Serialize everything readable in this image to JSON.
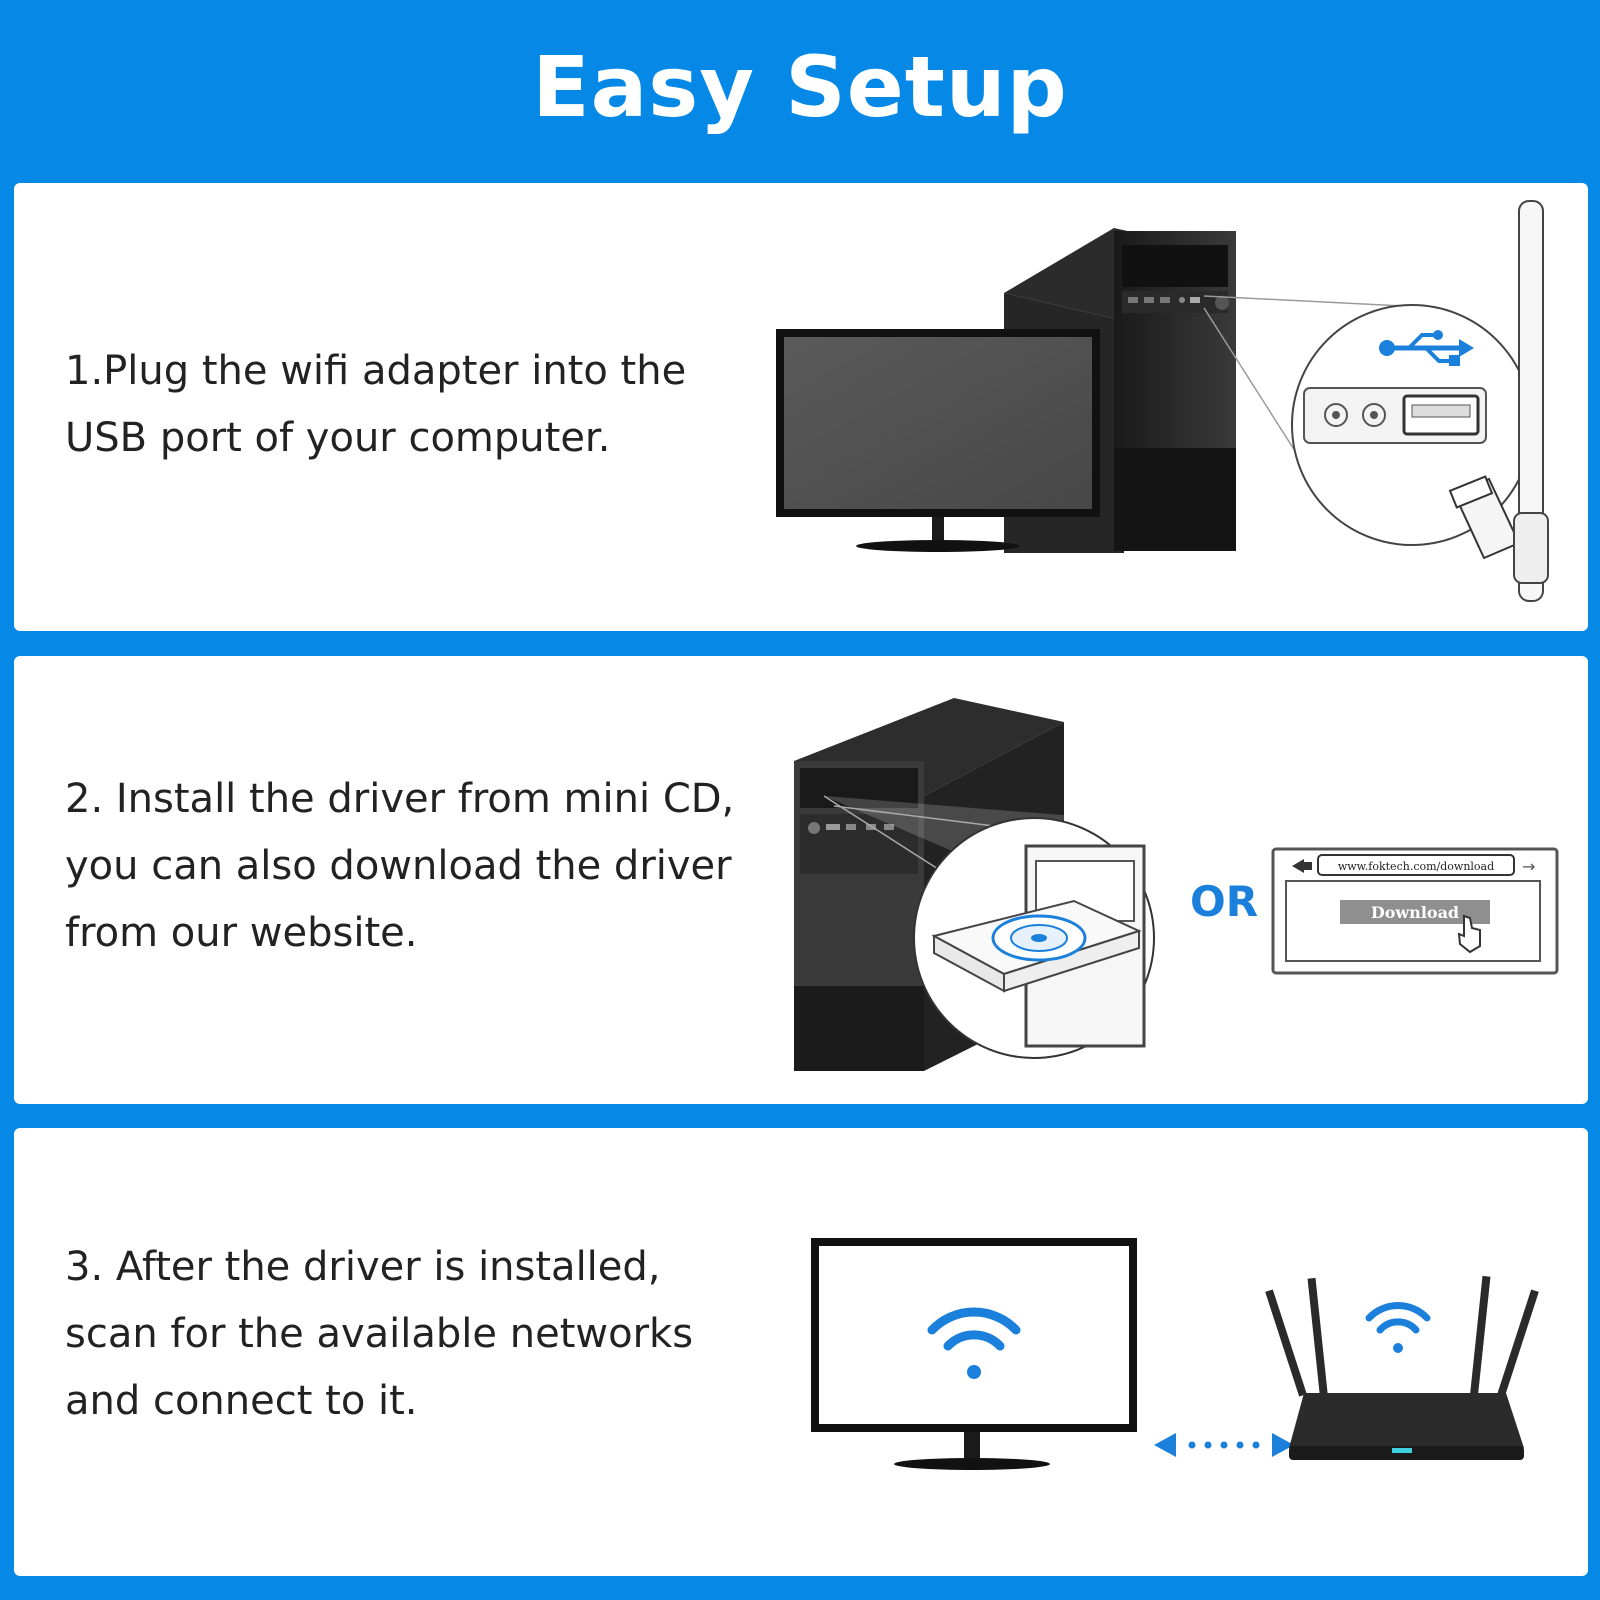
{
  "title": "Easy Setup",
  "colors": {
    "background": "#0588e6",
    "panel": "#ffffff",
    "accent": "#1b7fdc",
    "text": "#222222"
  },
  "steps": [
    {
      "lines": [
        "1.Plug the wifi adapter into the",
        "USB port of your computer."
      ],
      "icons": [
        "monitor-icon",
        "pc-tower-icon",
        "usb-icon",
        "usb-wifi-adapter-icon"
      ]
    },
    {
      "lines": [
        "2. Install the driver from mini CD,",
        "you can also download the driver",
        "from our website."
      ],
      "or_label": "OR",
      "url": "www.foktech.com/download",
      "download_label": "Download",
      "icons": [
        "pc-tower-icon",
        "cd-tray-icon",
        "browser-window-icon",
        "hand-cursor-icon"
      ]
    },
    {
      "lines": [
        "3. After the driver is installed,",
        "scan for the available networks",
        "and connect to it."
      ],
      "icons": [
        "monitor-icon",
        "wifi-icon",
        "router-icon",
        "double-arrow-icon"
      ]
    }
  ]
}
